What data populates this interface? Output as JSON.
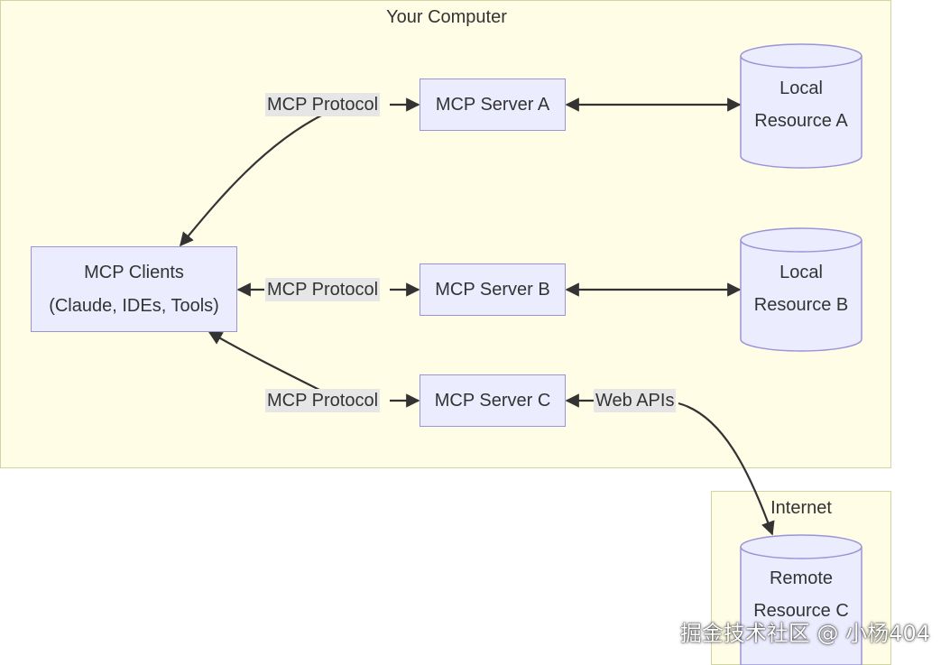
{
  "groups": {
    "your_computer": "Your Computer",
    "internet": "Internet"
  },
  "nodes": {
    "clients": {
      "line1": "MCP Clients",
      "line2": "(Claude, IDEs, Tools)"
    },
    "server_a": "MCP Server A",
    "server_b": "MCP Server B",
    "server_c": "MCP Server C",
    "resource_a": {
      "line1": "Local",
      "line2": "Resource A"
    },
    "resource_b": {
      "line1": "Local",
      "line2": "Resource B"
    },
    "resource_c": {
      "line1": "Remote",
      "line2": "Resource C"
    }
  },
  "edges": {
    "protocol_a": "MCP Protocol",
    "protocol_b": "MCP Protocol",
    "protocol_c": "MCP Protocol",
    "web_apis": "Web APIs"
  },
  "watermark": "掘金技术社区 @ 小杨404",
  "colors": {
    "group_fill": "#fffde6",
    "group_border": "#cfd6a3",
    "node_fill": "#ececff",
    "node_border": "#9a93d8",
    "edge_stroke": "#333333",
    "label_bg": "#e6e6e6"
  }
}
